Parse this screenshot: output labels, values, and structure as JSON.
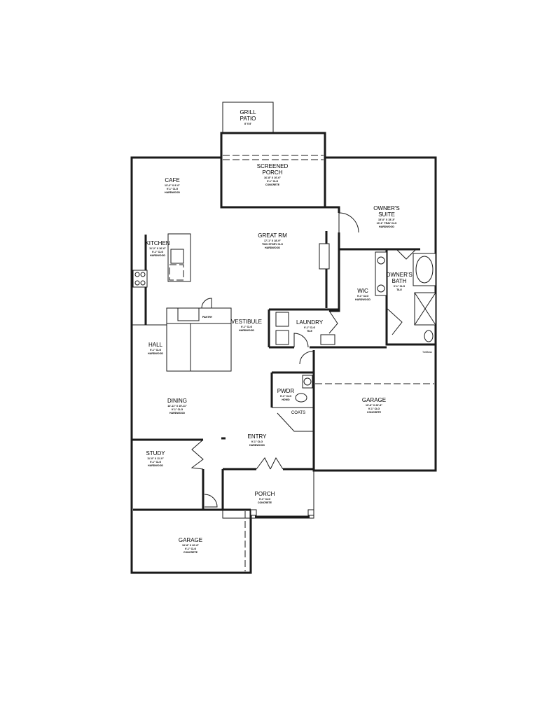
{
  "rooms": {
    "grill_patio": {
      "name": [
        "GRILL",
        "PATIO"
      ],
      "details": [
        "8' X 8'"
      ]
    },
    "screened_porch": {
      "name": [
        "SCREENED",
        "PORCH"
      ],
      "details": [
        "16'-8\" X 10'-6\"",
        "9'-1\" CLG",
        "CONCRETE"
      ]
    },
    "cafe": {
      "name": [
        "CAFE"
      ],
      "details": [
        "13'-0\" X 9'-0\"",
        "9'-1\" CLG",
        "HARDWOOD"
      ]
    },
    "owners_suite": {
      "name": [
        "OWNER'S",
        "SUITE"
      ],
      "details": [
        "15'-0\" X 15'-3\"",
        "10'-1\" TRAY CLG",
        "HARDWOOD"
      ]
    },
    "great_rm": {
      "name": [
        "GREAT RM"
      ],
      "details": [
        "17'-1\" X 18'-9\"",
        "TWO STORY CLG",
        "HARDWOOD"
      ]
    },
    "kitchen": {
      "name": [
        "KITCHEN"
      ],
      "details": [
        "11'-2\" X 16'-6\"",
        "9'-1\" CLG",
        "HARDWOOD"
      ]
    },
    "owners_bath": {
      "name": [
        "OWNER'S",
        "BATH"
      ],
      "details": [
        "9'-1\" CLG",
        "TILE"
      ]
    },
    "wic": {
      "name": [
        "WIC"
      ],
      "details": [
        "9'-1\" CLG",
        "HARDWOOD"
      ]
    },
    "pantry": {
      "name": [
        "PANTRY"
      ],
      "details": []
    },
    "vestibule": {
      "name": [
        "VESTIBULE"
      ],
      "details": [
        "9'-1\" CLG",
        "HARDWOOD"
      ]
    },
    "laundry": {
      "name": [
        "LAUNDRY"
      ],
      "details": [
        "9'-1\" CLG",
        "TILE"
      ]
    },
    "hall": {
      "name": [
        "HALL"
      ],
      "details": [
        "9'-1\" CLG",
        "HARDWOOD"
      ]
    },
    "pwdr": {
      "name": [
        "PWDR"
      ],
      "details": [
        "9'-1\" CLG",
        "HDWD"
      ]
    },
    "coats": {
      "name": [
        "COATS"
      ],
      "details": []
    },
    "garage_main": {
      "name": [
        "GARAGE"
      ],
      "details": [
        "19'-8\" X 26'-8\"",
        "9'-1\" CLG",
        "CONCRETE"
      ]
    },
    "dining": {
      "name": [
        "DINING"
      ],
      "details": [
        "14'-11\" X 15'-11\"",
        "9'-1\" CLG",
        "HARDWOOD"
      ]
    },
    "entry": {
      "name": [
        "ENTRY"
      ],
      "details": [
        "9'-1\" CLG",
        "HARDWOOD"
      ]
    },
    "study": {
      "name": [
        "STUDY"
      ],
      "details": [
        "11'-0\" X 11'-0\"",
        "9'-1\" CLG",
        "HARDWOOD"
      ]
    },
    "porch": {
      "name": [
        "PORCH"
      ],
      "details": [
        "9'-1\" CLG",
        "CONCRETE"
      ]
    },
    "garage_front": {
      "name": [
        "GARAGE"
      ],
      "details": [
        "19'-8\" X 20'-8\"",
        "9'-1\" CLG",
        "CONCRETE"
      ]
    }
  },
  "labels": {
    "towel_bar": "TwlMass"
  }
}
